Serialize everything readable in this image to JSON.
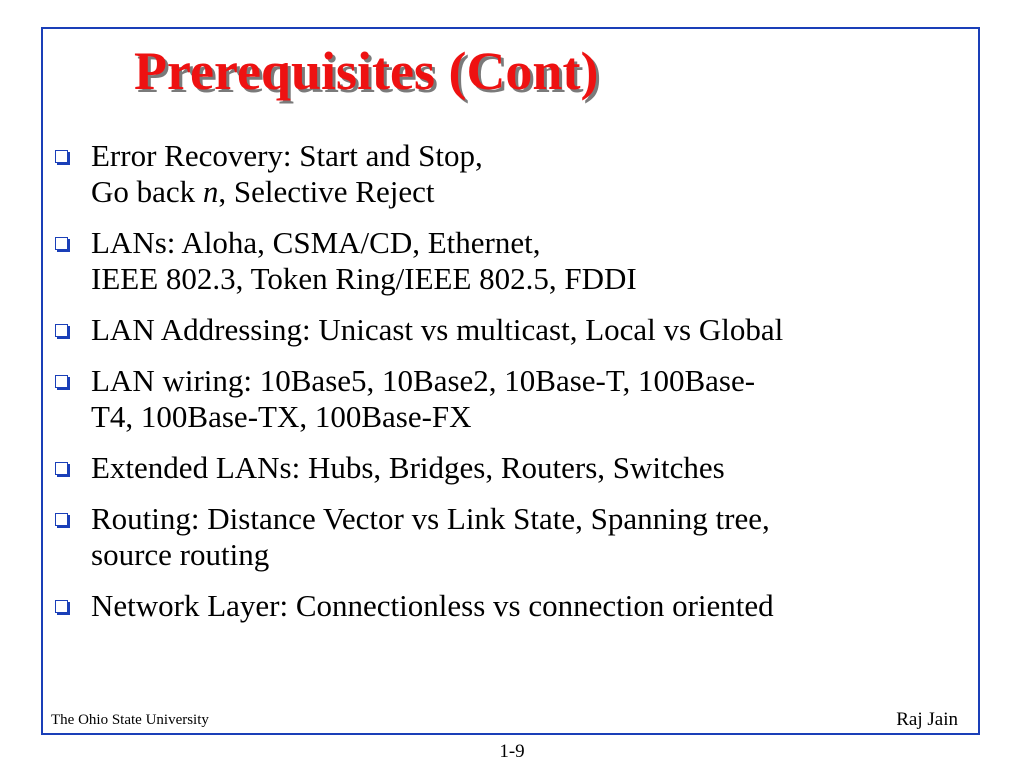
{
  "slide": {
    "title": "Prerequisites (Cont)",
    "bullets": [
      {
        "lines": [
          "Error Recovery: Start and Stop,",
          [
            "Go back ",
            {
              "i": "n"
            },
            ", Selective Reject"
          ]
        ]
      },
      {
        "lines": [
          "LANs: Aloha, CSMA/CD, Ethernet,",
          "IEEE 802.3, Token Ring/IEEE 802.5, FDDI"
        ]
      },
      {
        "lines": [
          "LAN Addressing: Unicast vs multicast, Local vs Global"
        ]
      },
      {
        "lines": [
          "LAN wiring: 10Base5, 10Base2, 10Base-T, 100Base-",
          "T4, 100Base-TX, 100Base-FX"
        ]
      },
      {
        "lines": [
          "Extended LANs: Hubs, Bridges, Routers, Switches"
        ]
      },
      {
        "lines": [
          "Routing: Distance Vector vs Link State, Spanning tree,",
          "source routing"
        ]
      },
      {
        "lines": [
          "Network Layer: Connectionless vs connection oriented"
        ]
      }
    ],
    "footer_left": "The Ohio State University",
    "footer_right": "Raj Jain",
    "page_number": "1-9"
  },
  "colors": {
    "title": "#ee1111",
    "frame": "#1a3fb8",
    "bullet_icon": "#1a3fb8"
  },
  "icons": {
    "bullet": "hollow-square-bullet-icon"
  }
}
